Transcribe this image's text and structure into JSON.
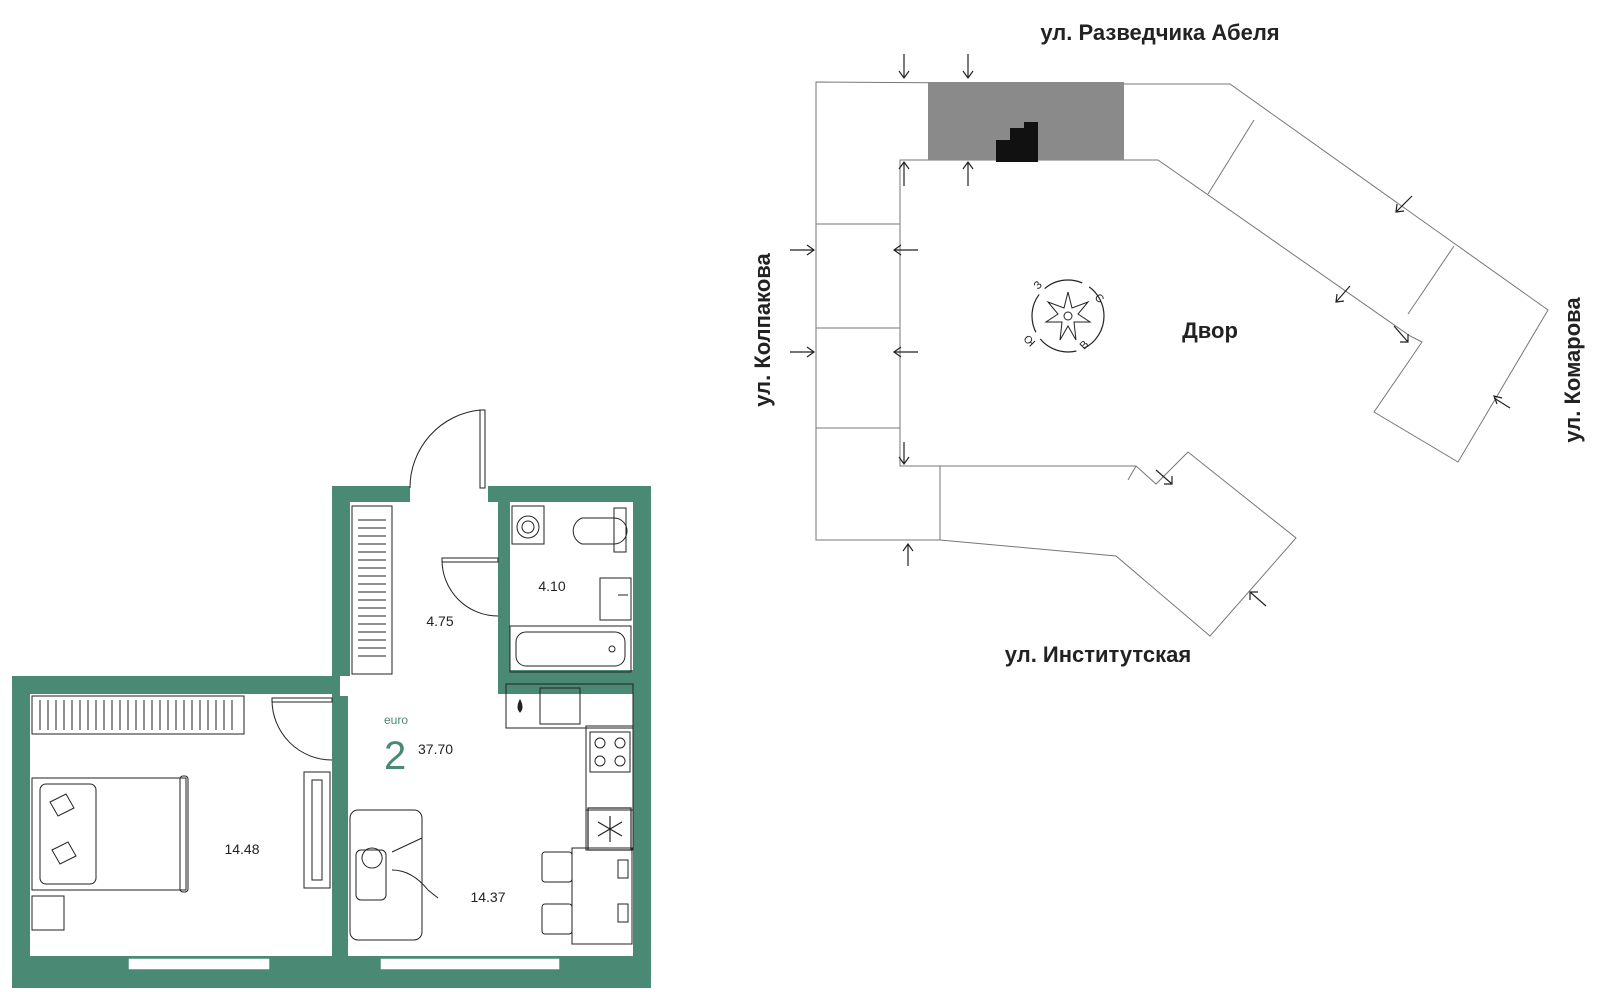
{
  "colors": {
    "wall": "#4a8a74",
    "line": "#222222",
    "site_line": "#777777",
    "building_highlight": "#8a8a8a",
    "section_marker": "#111111",
    "bg": "#ffffff"
  },
  "apartment": {
    "type_label": "euro",
    "rooms": "2",
    "total_area": "37.70",
    "rooms_areas": {
      "hall": "4.75",
      "bathroom": "4.10",
      "bedroom": "14.48",
      "living_kitchen": "14.37"
    }
  },
  "site_plan": {
    "streets": {
      "top": "ул. Разведчика Абеля",
      "left": "ул. Колпакова",
      "right": "ул. Комарова",
      "bottom": "ул. Институтская"
    },
    "courtyard": "Двор",
    "compass": {
      "north": "С",
      "east": "В",
      "south": "Ю",
      "west": "З"
    }
  },
  "icons": [
    "compass-rose-icon",
    "entrance-arrow-icon",
    "washing-machine-icon",
    "toilet-icon",
    "sink-icon",
    "bathtub-icon",
    "stove-icon",
    "fridge-snowflake-icon",
    "bed-icon",
    "sofa-icon",
    "wardrobe-icon",
    "door-swing-icon"
  ]
}
